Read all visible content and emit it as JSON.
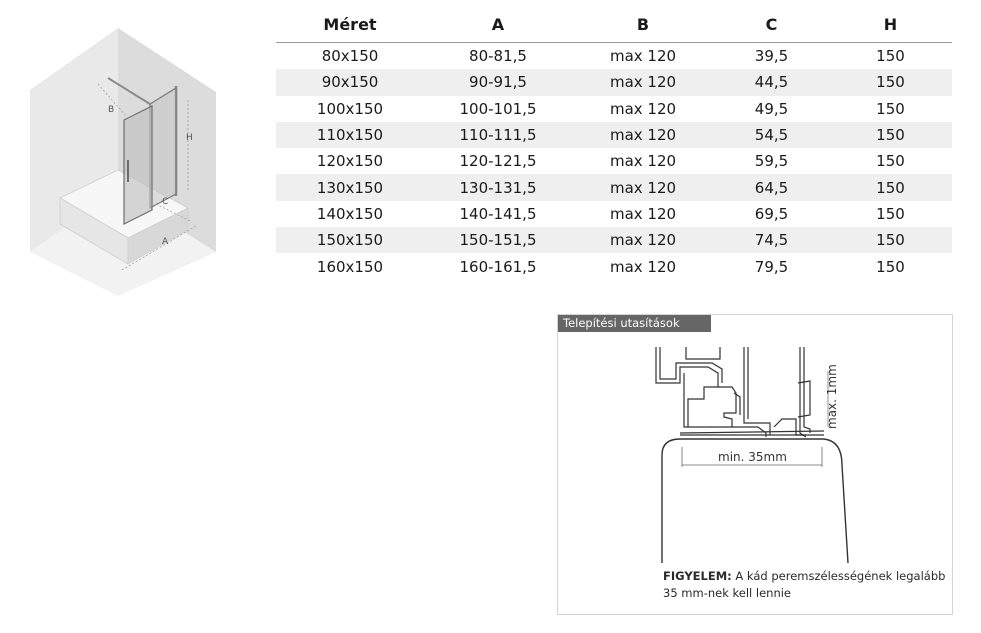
{
  "illustration": {
    "dim_labels": {
      "a": "A",
      "b": "B",
      "c": "C",
      "h": "H"
    }
  },
  "table": {
    "headers": [
      "Méret",
      "A",
      "B",
      "C",
      "H"
    ],
    "rows": [
      [
        "80x150",
        "80-81,5",
        "max 120",
        "39,5",
        "150"
      ],
      [
        "90x150",
        "90-91,5",
        "max 120",
        "44,5",
        "150"
      ],
      [
        "100x150",
        "100-101,5",
        "max 120",
        "49,5",
        "150"
      ],
      [
        "110x150",
        "110-111,5",
        "max 120",
        "54,5",
        "150"
      ],
      [
        "120x150",
        "120-121,5",
        "max 120",
        "59,5",
        "150"
      ],
      [
        "130x150",
        "130-131,5",
        "max 120",
        "64,5",
        "150"
      ],
      [
        "140x150",
        "140-141,5",
        "max 120",
        "69,5",
        "150"
      ],
      [
        "150x150",
        "150-151,5",
        "max 120",
        "74,5",
        "150"
      ],
      [
        "160x150",
        "160-161,5",
        "max 120",
        "79,5",
        "150"
      ]
    ]
  },
  "install": {
    "tab_label": "Telepítési utasítások",
    "min_width_label": "min. 35mm",
    "max_height_label": "max. 1mm",
    "warning_label": "FIGYELEM:",
    "warning_text": " A kád peremszélességének legalább 35 mm-nek kell lennie"
  }
}
